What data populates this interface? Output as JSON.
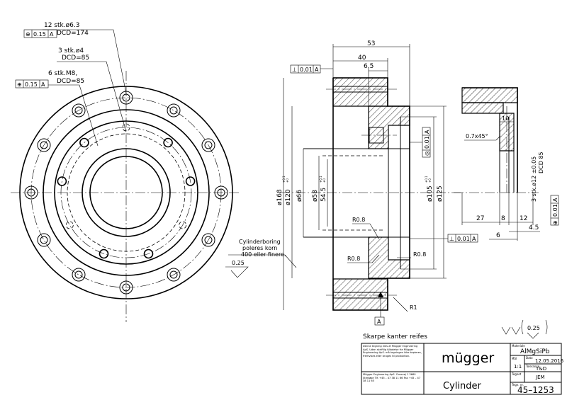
{
  "front_view": {
    "callout_holes_12": {
      "line1": "12 stk.ø6.3",
      "line2": "DCD=174",
      "tol_symbol": "⊕",
      "tol_value": "0.15",
      "datum": "A"
    },
    "callout_holes_3": {
      "line1": "3 stk.ø4",
      "line2": "DCD=85"
    },
    "callout_holes_6": {
      "line1": "6 stk.M8,",
      "line2": "DCD=85",
      "tol_symbol": "⊕",
      "tol_value": "0.15",
      "datum": "A"
    },
    "bore_note": {
      "line1": "Cylinderboring",
      "line2": "poleres korn",
      "line3": "400 eller finere."
    },
    "roughness_local": "0.25"
  },
  "section_view": {
    "dim_53": "53",
    "dim_40": "40",
    "dim_6_5": "6.5",
    "perp_tol": {
      "symbol": "⊥",
      "value": "0.01",
      "datum": "A"
    },
    "dia_168": "ø168",
    "dia_120": "ø120",
    "dia_120_tol": "+0.1\n+0",
    "dia_66": "ø66",
    "dia_58": "ø58",
    "dia_54_5": "54.5",
    "dia_54_5_tol": "+0.1\n+0",
    "dia_105": "ø105",
    "dia_105_tol": "+0.1\n+0",
    "dia_125": "ø125",
    "conc_tol": {
      "symbol": "◎",
      "value": "0.01",
      "datum": "A"
    },
    "r08_a": "R0.8",
    "r08_b": "R0.8",
    "r08_c": "R0.8",
    "r1": "R1",
    "perp_tol_lower": {
      "symbol": "⊥",
      "value": "0.01",
      "datum": "A"
    },
    "datum_label": "A"
  },
  "detail_view": {
    "dim_10": "10",
    "chamfer": "0.7x45°",
    "holes_note": "3 stk.ø12 ±0.05",
    "holes_dcd": "DCD 85",
    "dim_27": "27",
    "dim_8": "8",
    "dim_12": "12",
    "dim_4_5": "4.5",
    "dim_6": "6",
    "pos_tol": {
      "symbol": "⊕",
      "value": "0.01",
      "datum": "A"
    }
  },
  "general_note": "Skarpe kanter reifes",
  "roughness_general": "0.25",
  "title_block": {
    "copyright": "Denne tegning eies af Mügger Engineering ApS. Uden skriftlig tilladelse fra Mügger Engineering ApS. må tegningen ikke kopieres, fremvises eller bruges til produktion.",
    "company_address": "Mügger Engineering ApS. Ornevej 1 3660 Stenløse Tlf. +45 – 47 38 11 66 Fax +45 – 47 38 11 65",
    "logo": "mügger",
    "part_name": "Cylinder",
    "material_label": "Materiale",
    "material": "AlMgSiPb",
    "scale_label": "Mål",
    "scale": "1:1",
    "date_label": "Dato",
    "date": "12.05.2016",
    "toler_label": "Tolerance",
    "toler": "T&D",
    "drawn_label": "Tegnet",
    "drawn": "JEM",
    "dwg_label": "Tegn. nr.",
    "dwg_no": "45–1253"
  }
}
